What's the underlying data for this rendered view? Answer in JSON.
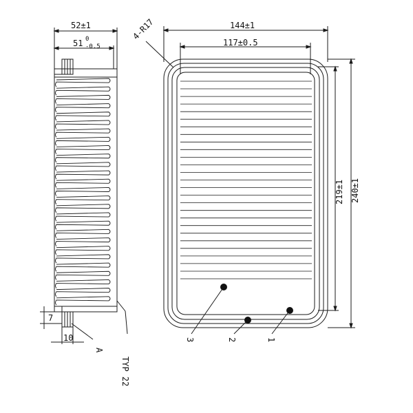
{
  "drawing": {
    "line_color": "#1a1a1a",
    "side_view": {
      "overall_width": "52±1",
      "inner_width_base": "51",
      "inner_tol_upper": "0",
      "inner_tol_lower": "-0.5",
      "seal_height": "7",
      "seal_width": "10",
      "section_label": "A"
    },
    "front_view": {
      "corner_radius": "4-R17",
      "outer_width": "144±1",
      "inner_width": "117±0.5",
      "outer_height": "240±1",
      "inner_height": "219±1"
    },
    "callouts": [
      "1",
      "2",
      "3"
    ],
    "note": "TYP 22"
  }
}
